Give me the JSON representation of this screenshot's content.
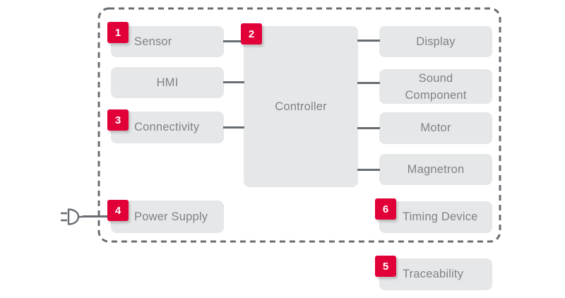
{
  "diagram": {
    "nodes": {
      "sensor": {
        "badge": "1",
        "label": "Sensor"
      },
      "hmi": {
        "label": "HMI"
      },
      "connectivity": {
        "badge": "3",
        "label": "Connectivity"
      },
      "power_supply": {
        "badge": "4",
        "label": "Power Supply"
      },
      "controller": {
        "badge": "2",
        "label": "Controller"
      },
      "display": {
        "label": "Display"
      },
      "sound_component": {
        "label": "Sound Component"
      },
      "motor": {
        "label": "Motor"
      },
      "magnetron": {
        "label": "Magnetron"
      },
      "timing_device": {
        "badge": "6",
        "label": "Timing Device"
      },
      "traceability": {
        "badge": "5",
        "label": "Traceability"
      }
    },
    "icons": {
      "power_plug": "power-plug-icon"
    },
    "colors": {
      "badge_red": "#e20039",
      "node_fill": "#e6e7e8",
      "label_gray": "#7f8387",
      "line_gray": "#686d72",
      "background": "#ffffff"
    }
  }
}
